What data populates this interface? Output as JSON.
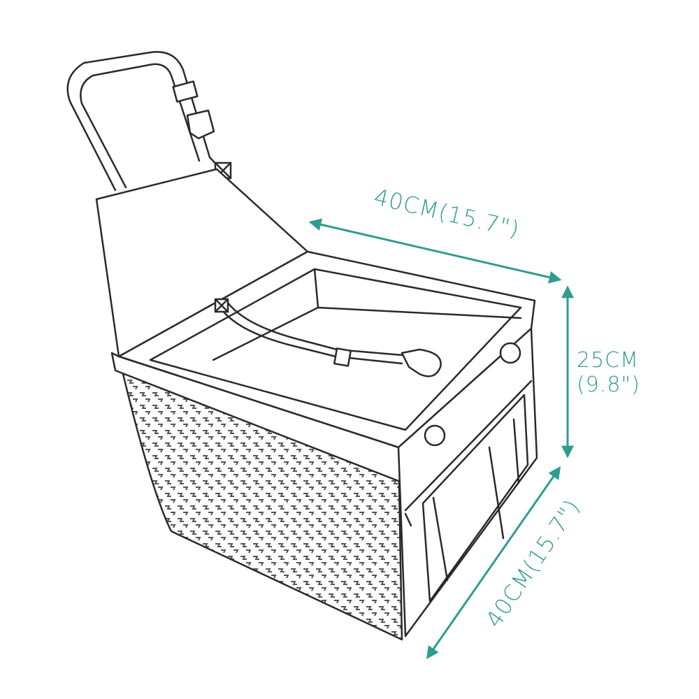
{
  "colors": {
    "dimension": "#2f9c92",
    "outline": "#2a2a2a",
    "pattern": "#555555",
    "background": "#ffffff"
  },
  "dimensions": {
    "width": "40CM(15.7\")",
    "height_cm": "25CM",
    "height_in": "(9.8\")",
    "depth": "40CM(15.7\")"
  }
}
